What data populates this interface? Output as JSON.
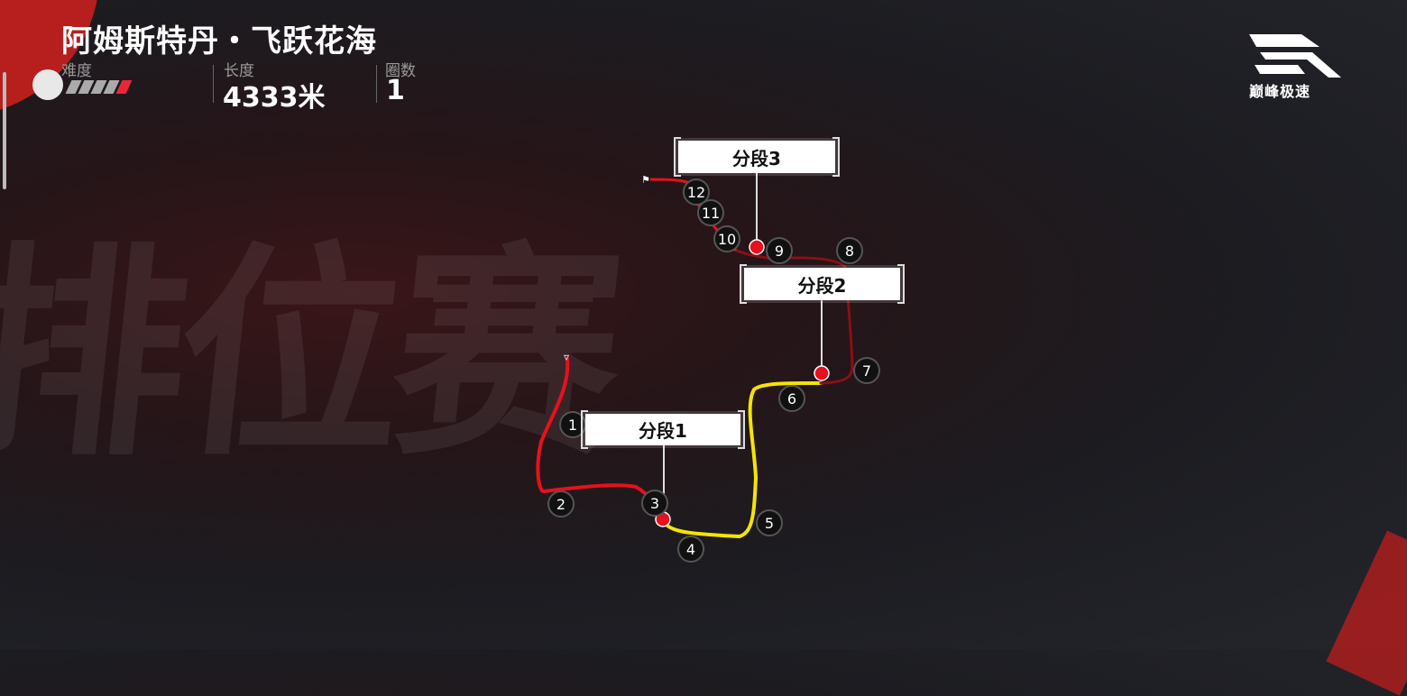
{
  "track": {
    "title": "阿姆斯特丹・飞跃花海",
    "difficulty_label": "难度",
    "difficulty_level": 4,
    "difficulty_max": 5,
    "length_label": "长度",
    "length_value": "4333米",
    "laps_label": "圈数",
    "laps_value": "1"
  },
  "brand": {
    "logo_text": "巅峰极速"
  },
  "background": {
    "watermark": "排位赛"
  },
  "map": {
    "segments": [
      "分段1",
      "分段2",
      "分段3"
    ],
    "corners": [
      "1",
      "2",
      "3",
      "4",
      "5",
      "6",
      "7",
      "8",
      "9",
      "10",
      "11",
      "12"
    ],
    "colors": {
      "completed": "#e8101e",
      "current": "#f5e400",
      "upcoming": "#8a0f15"
    }
  }
}
